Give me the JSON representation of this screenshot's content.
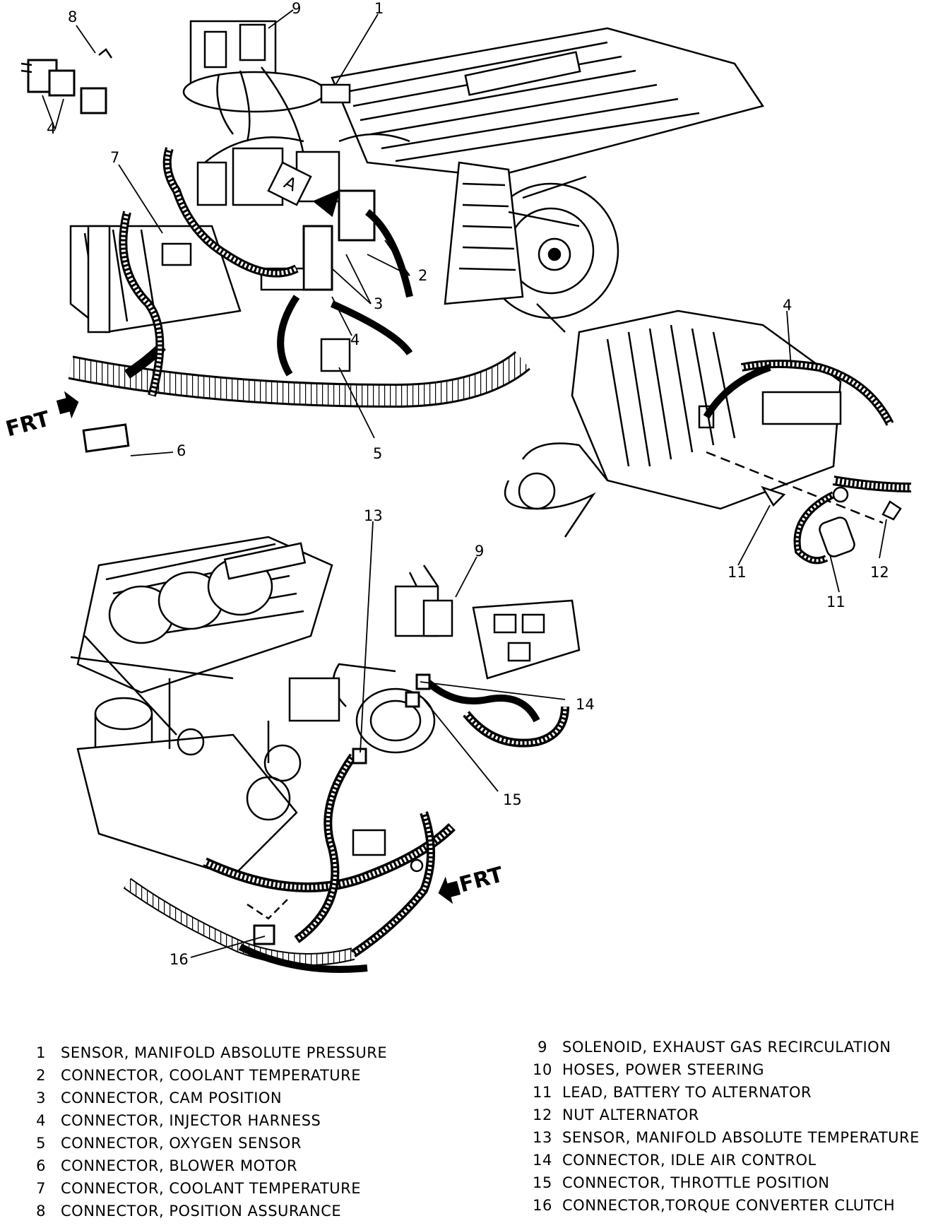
{
  "callouts": {
    "top": [
      "8",
      "9",
      "1",
      "4",
      "7",
      "2",
      "3",
      "4",
      "5",
      "6"
    ],
    "alternator": [
      "4",
      "11",
      "12",
      "11"
    ],
    "bottom": [
      "13",
      "9",
      "14",
      "15",
      "16"
    ]
  },
  "frt_label": "FRT",
  "icons": {
    "frt_arrow": "arrow-icon",
    "view_marker": "view-a-marker"
  },
  "view_marker_label": "A",
  "legend": {
    "left": [
      {
        "num": "1",
        "text": "SENSOR, MANIFOLD ABSOLUTE PRESSURE"
      },
      {
        "num": "2",
        "text": "CONNECTOR, COOLANT TEMPERATURE"
      },
      {
        "num": "3",
        "text": "CONNECTOR, CAM POSITION"
      },
      {
        "num": "4",
        "text": "CONNECTOR, INJECTOR HARNESS"
      },
      {
        "num": "5",
        "text": "CONNECTOR, OXYGEN SENSOR"
      },
      {
        "num": "6",
        "text": "CONNECTOR, BLOWER MOTOR"
      },
      {
        "num": "7",
        "text": "CONNECTOR, COOLANT TEMPERATURE"
      },
      {
        "num": "8",
        "text": "CONNECTOR, POSITION ASSURANCE"
      }
    ],
    "right": [
      {
        "num": "9",
        "text": "SOLENOID, EXHAUST GAS RECIRCULATION"
      },
      {
        "num": "10",
        "text": "HOSES, POWER STEERING"
      },
      {
        "num": "11",
        "text": "LEAD, BATTERY TO ALTERNATOR"
      },
      {
        "num": "12",
        "text": "NUT ALTERNATOR"
      },
      {
        "num": "13",
        "text": "SENSOR, MANIFOLD ABSOLUTE TEMPERATURE"
      },
      {
        "num": "14",
        "text": "CONNECTOR, IDLE AIR CONTROL"
      },
      {
        "num": "15",
        "text": "CONNECTOR, THROTTLE POSITION"
      },
      {
        "num": "16",
        "text": "CONNECTOR,TORQUE CONVERTER CLUTCH"
      }
    ]
  }
}
